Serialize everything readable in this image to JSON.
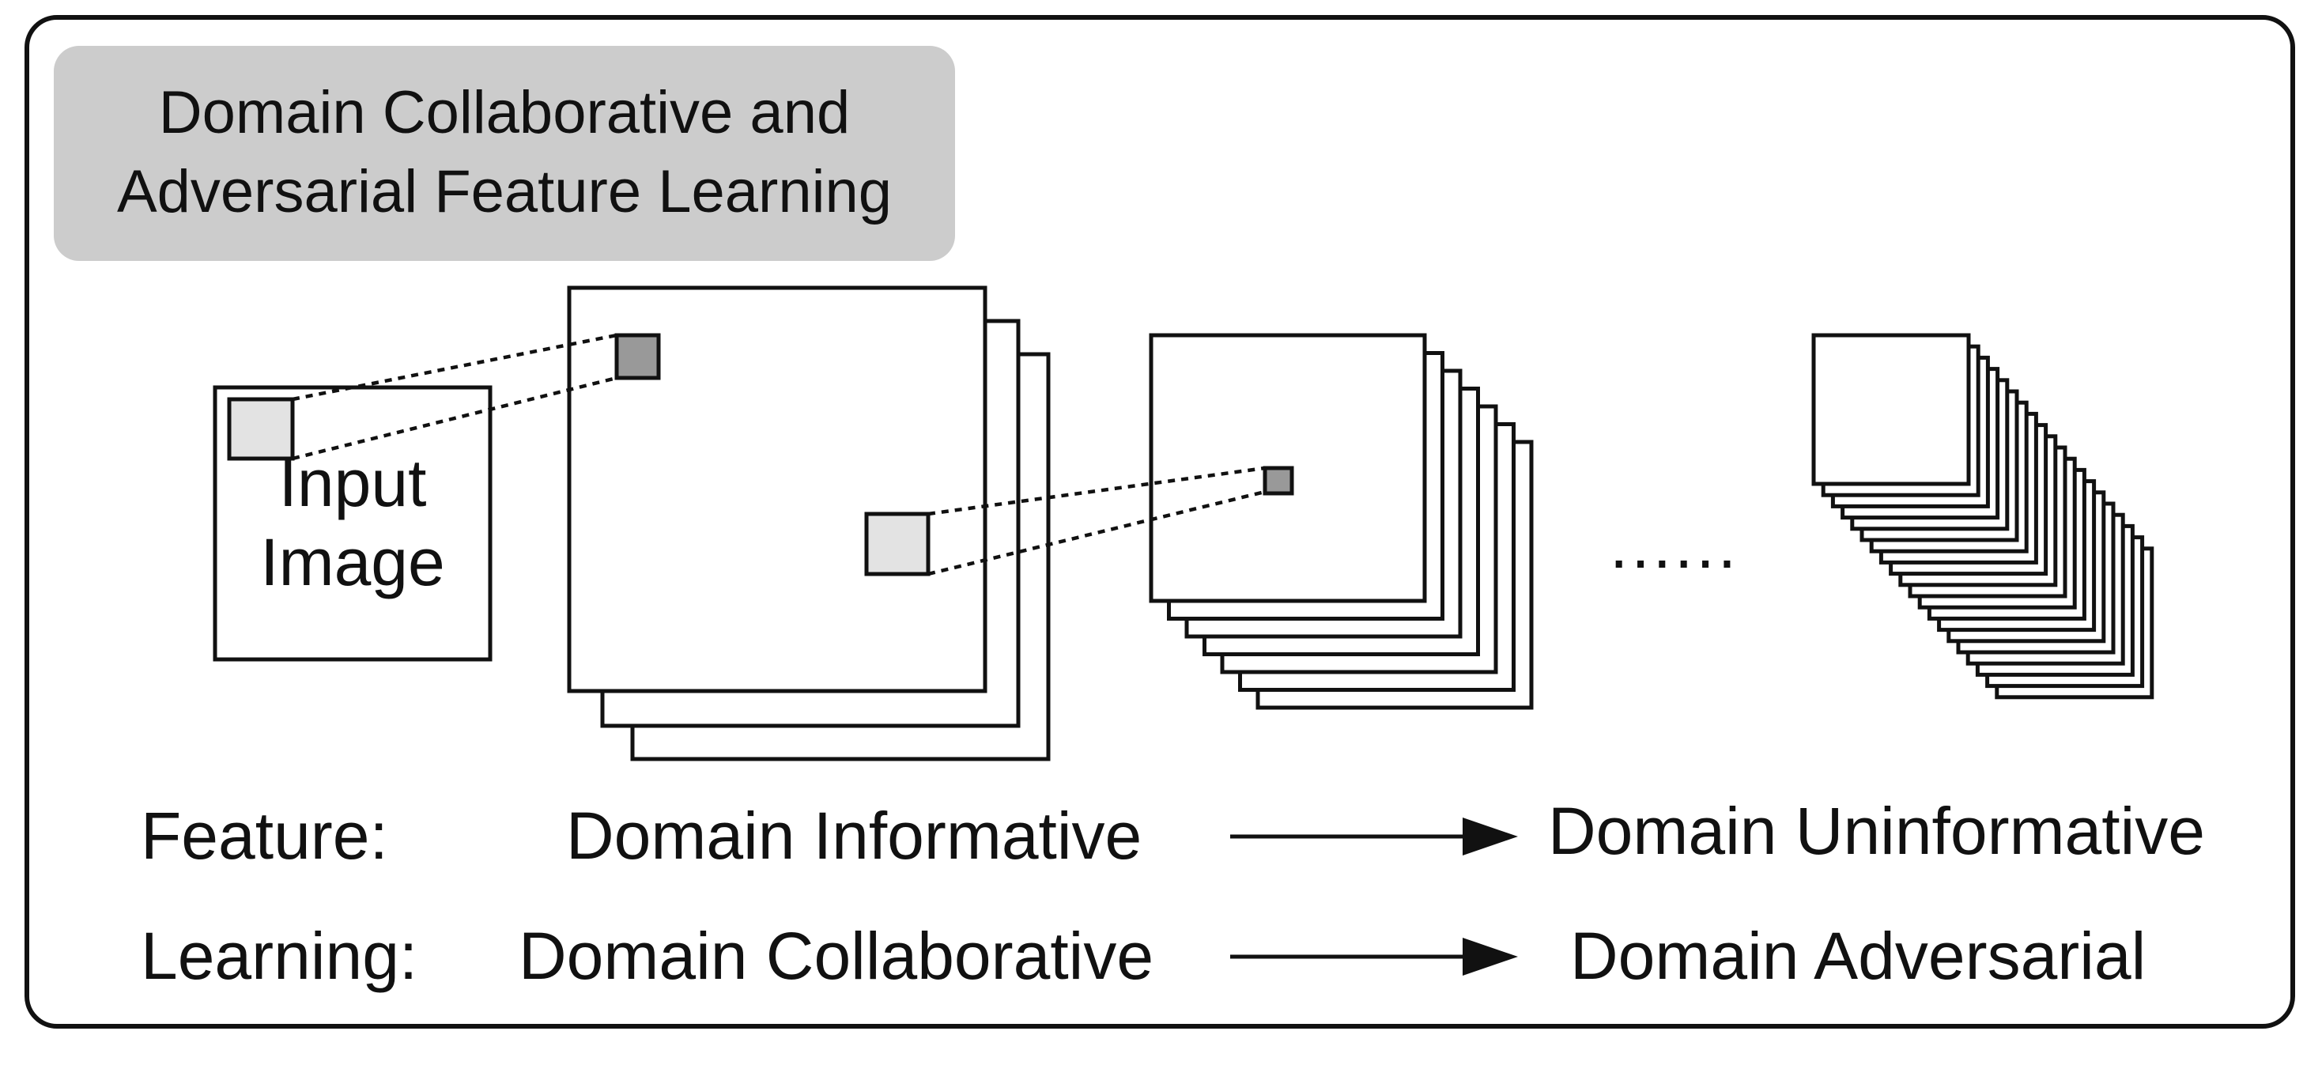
{
  "title": {
    "line1": "Domain Collaborative and",
    "line2": "Adversarial Feature Learning"
  },
  "input_label": {
    "line1": "Input",
    "line2": "Image"
  },
  "ellipsis": "......",
  "rows": {
    "feature": {
      "label": "Feature:",
      "from": "Domain Informative",
      "to": "Domain Uninformative"
    },
    "learning": {
      "label": "Learning:",
      "from": "Domain Collaborative",
      "to": "Domain Adversarial"
    }
  }
}
